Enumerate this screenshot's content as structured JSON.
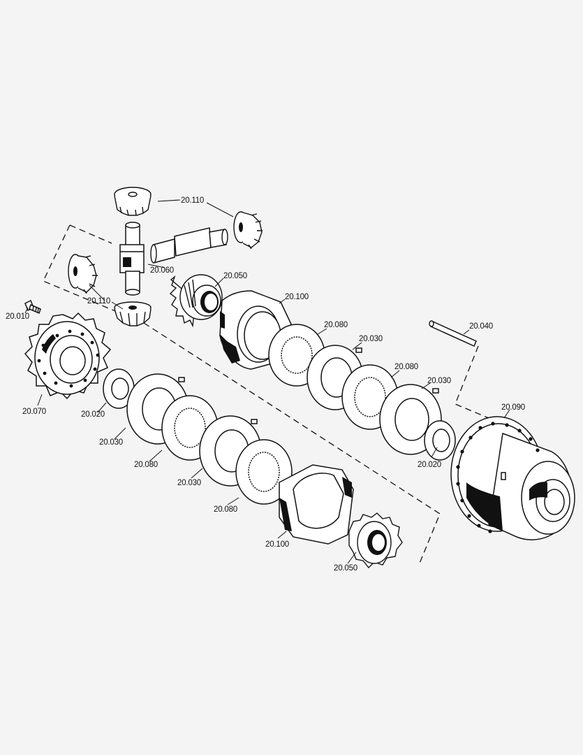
{
  "diagram": {
    "labels": {
      "p20110a": "20.110",
      "p20110b": "20.110",
      "p20060": "20.060",
      "p20050a": "20.050",
      "p20050b": "20.050",
      "p20100a": "20.100",
      "p20100b": "20.100",
      "p20080a": "20.080",
      "p20080b": "20.080",
      "p20080c": "20.080",
      "p20080d": "20.080",
      "p20030a": "20.030",
      "p20030b": "20.030",
      "p20030c": "20.030",
      "p20030d": "20.030",
      "p20020a": "20.020",
      "p20020b": "20.020",
      "p20010": "20.010",
      "p20070": "20.070",
      "p20040": "20.040",
      "p20090": "20.090"
    }
  }
}
